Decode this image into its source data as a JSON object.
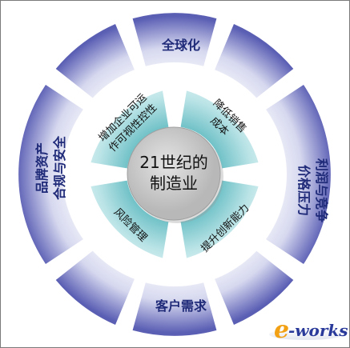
{
  "diagram": {
    "center": {
      "line1": "21世纪的",
      "line2": "制造业"
    },
    "outer_ring": {
      "top": "全球化",
      "right_line1": "利润与竞争",
      "right_line2": "价格压力",
      "bottom": "客户需求",
      "left_line1": "品牌资产",
      "left_line2": "合规与安全"
    },
    "inner_ring": {
      "top_left_line1": "增加企业可运",
      "top_left_line2": "作可视性控性",
      "top_right_line1": "降低销售",
      "top_right_line2": "成本",
      "bottom_left": "风险管理",
      "bottom_right": "提升创新能力"
    }
  },
  "logo": {
    "e": "e",
    "rest": "-works"
  },
  "colors": {
    "outer_ring_light": "#ffffff",
    "outer_ring_dark": "#5b5fb4",
    "inner_ring_light": "#eaf8f8",
    "inner_ring_dark": "#66bdc3",
    "hub": "#c8c8c8",
    "text_blue": "#1f2a78"
  }
}
